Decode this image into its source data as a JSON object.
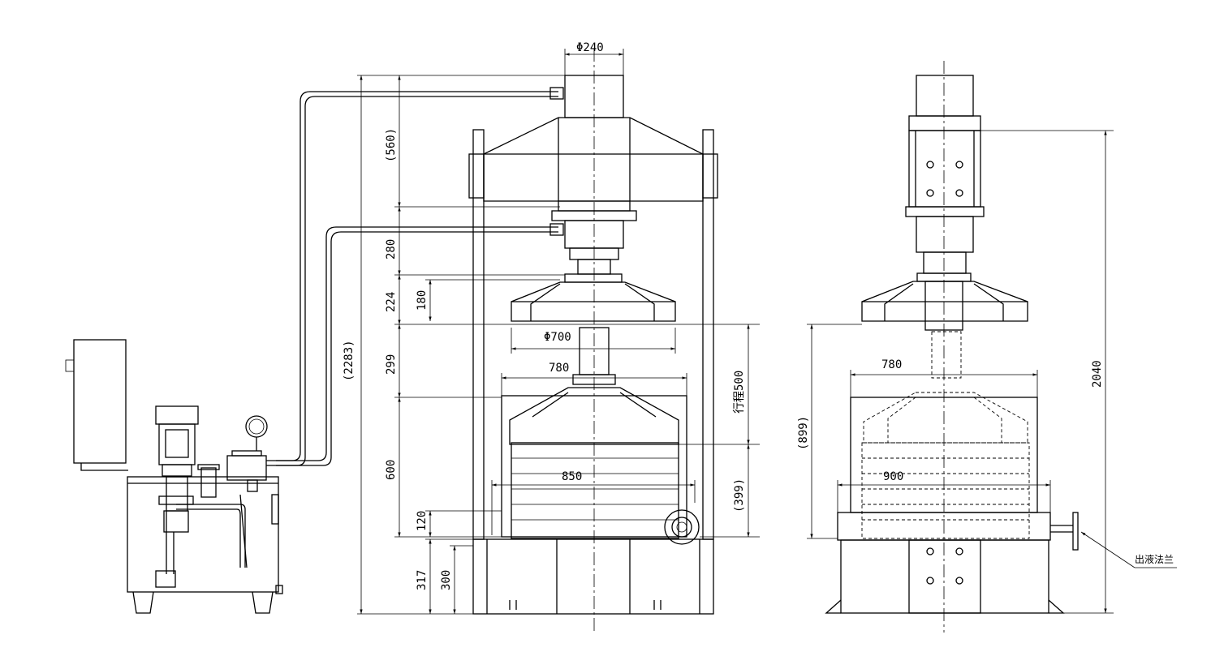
{
  "dimensions": {
    "top_diameter": "Φ240",
    "upper_height": "(560)",
    "total_height": "(2283)",
    "section_280": "280",
    "section_224": "224",
    "section_180": "180",
    "plate_diameter": "Φ700",
    "section_299": "299",
    "stroke": "行程500",
    "width_780_front": "780",
    "section_600": "600",
    "section_399": "(399)",
    "width_850": "850",
    "section_120": "120",
    "base_317": "317",
    "base_300": "300",
    "side_width_780": "780",
    "side_height_899": "(899)",
    "side_width_900": "900",
    "side_total_2040": "2040"
  },
  "labels": {
    "outlet_flange": "出液法兰"
  }
}
